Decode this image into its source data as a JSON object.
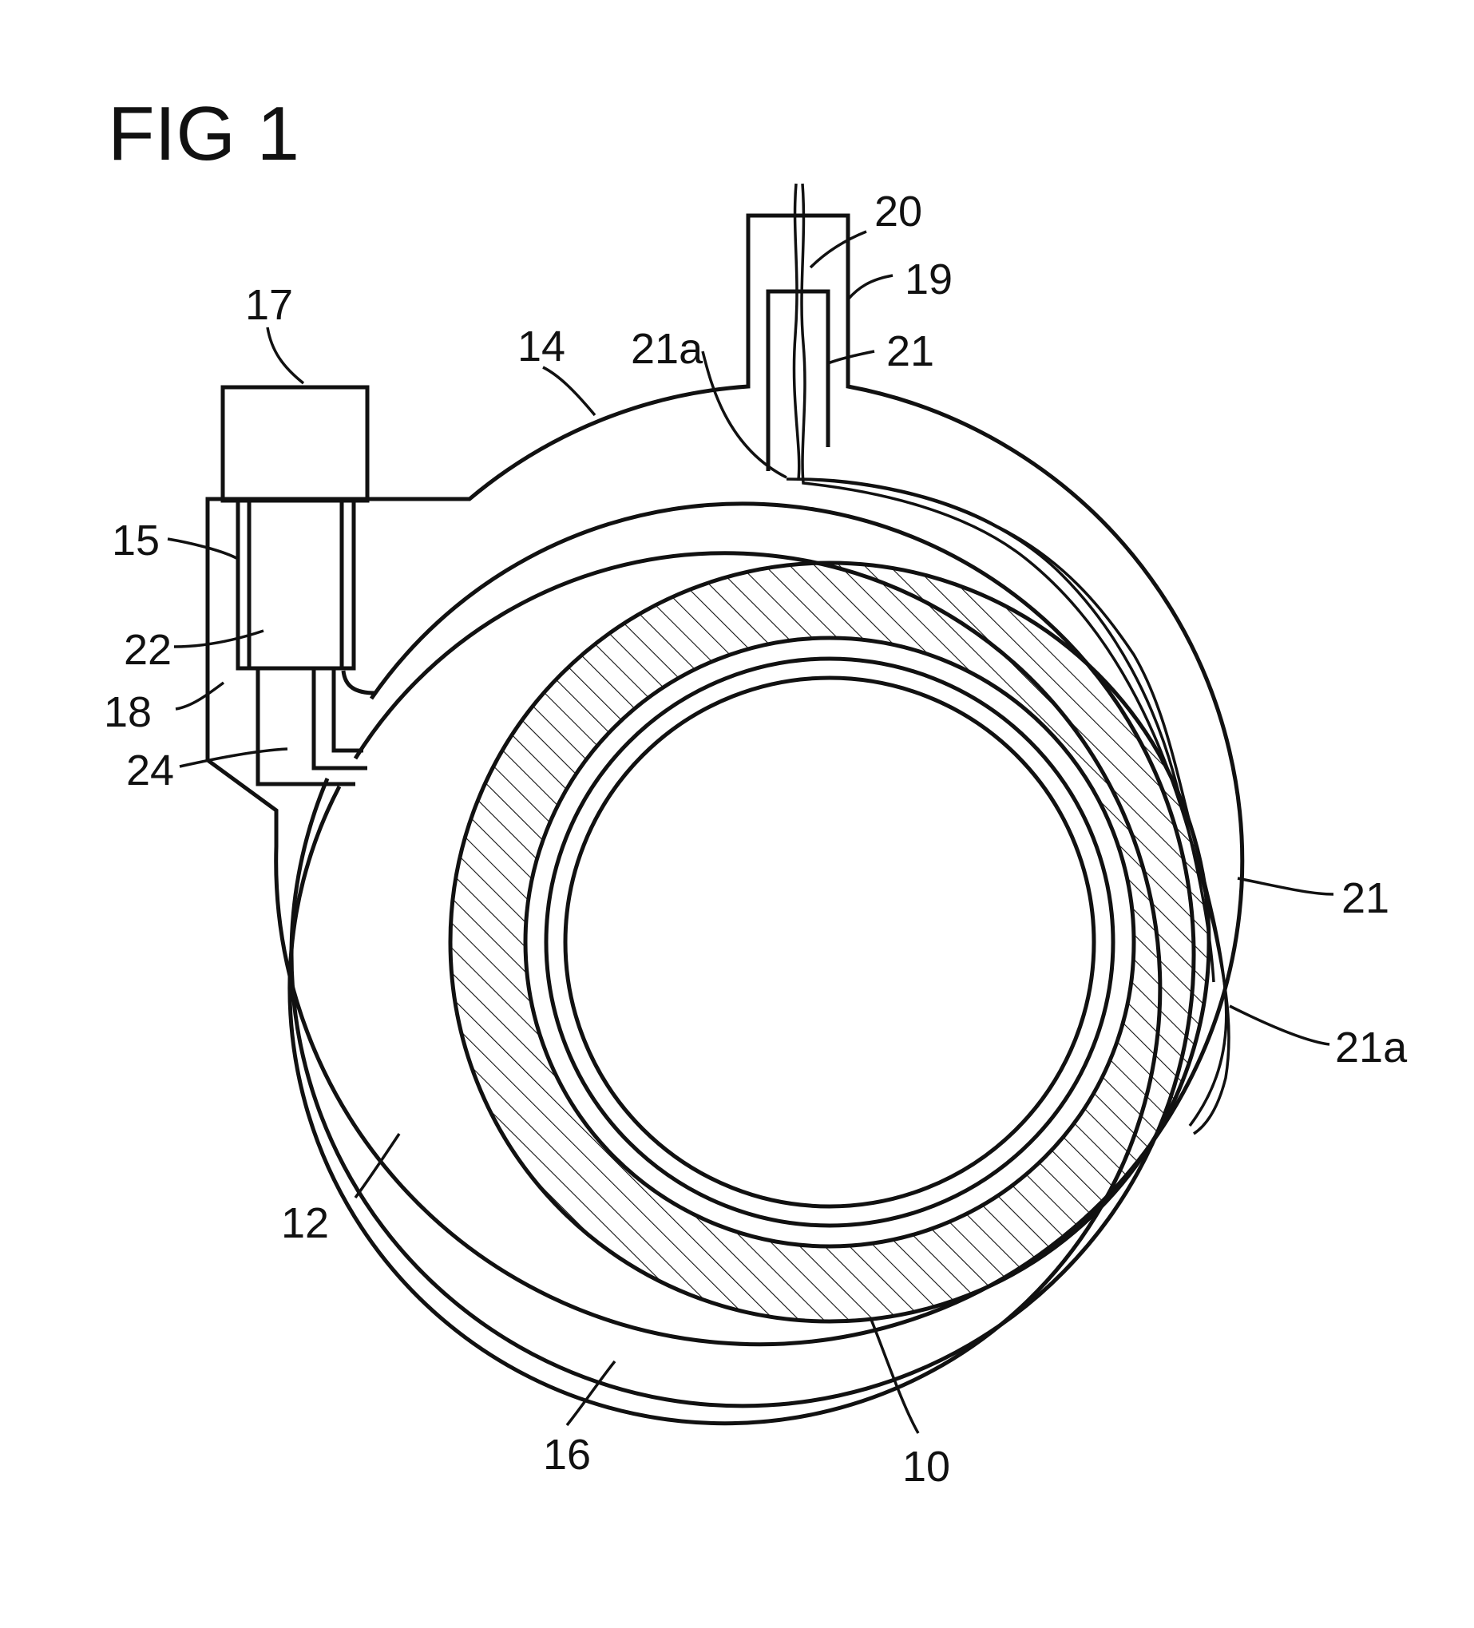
{
  "figure": {
    "title": "FIG 1",
    "colors": {
      "line": "#111111",
      "background": "#ffffff"
    },
    "labels": {
      "l17": "17",
      "l14": "14",
      "l21a_top": "21a",
      "l20": "20",
      "l19": "19",
      "l21_top": "21",
      "l15": "15",
      "l22": "22",
      "l18": "18",
      "l24": "24",
      "l21_right": "21",
      "l21a_right": "21a",
      "l12": "12",
      "l16": "16",
      "l10": "10"
    }
  }
}
